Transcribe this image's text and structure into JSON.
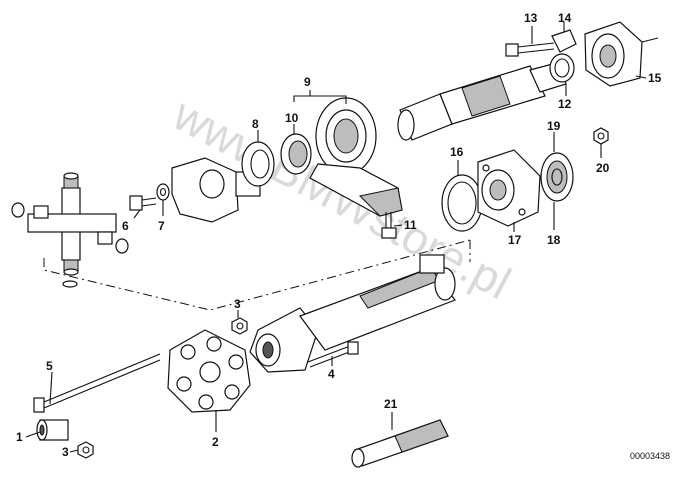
{
  "watermark": "www.BMWstore.pl",
  "reference_number": "00003438",
  "callouts": {
    "c1": "1",
    "c2": "2",
    "c3a": "3",
    "c3b": "3",
    "c4": "4",
    "c5": "5",
    "c6": "6",
    "c7": "7",
    "c8": "8",
    "c9": "9",
    "c10": "10",
    "c11": "11",
    "c12": "12",
    "c13": "13",
    "c14": "14",
    "c15": "15",
    "c16": "16",
    "c17": "17",
    "c18": "18",
    "c19": "19",
    "c20": "20",
    "c21": "21"
  }
}
